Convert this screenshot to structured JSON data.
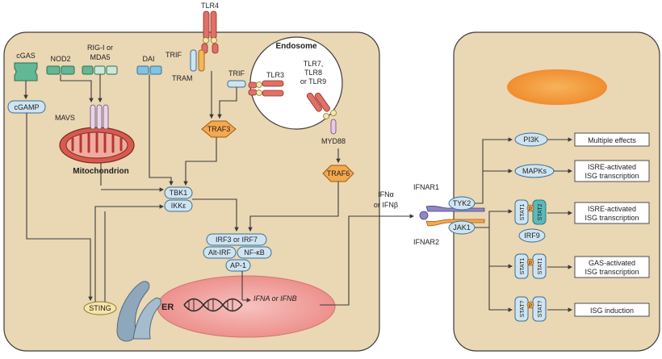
{
  "labels": {
    "tlr4": "TLR4",
    "endosome": "Endosome",
    "cgas": "cGAS",
    "nod2": "NOD2",
    "rigi_l1": "RIG-I or",
    "rigi_l2": "MDA5",
    "dai": "DAI",
    "trif_top": "TRIF",
    "tram": "TRAM",
    "trif_mid": "TRIF",
    "tlr3": "TLR3",
    "tlr7_l1": "TLR7,",
    "tlr7_l2": "TLR8",
    "tlr7_l3": "or TLR9",
    "cgamp": "cGAMP",
    "mavs": "MAVS",
    "traf3": "TRAF3",
    "myd88": "MYD88",
    "traf6": "TRAF6",
    "mitochondrion": "Mitochondrion",
    "tbk1": "TBK1",
    "ikke": "IKKε",
    "irf3": "IRF3 or IRF7",
    "altirf": "Alt-IRF",
    "nfkb": "NF-κB",
    "ap1": "AP-1",
    "ifna_gene": "IFNA or IFNB",
    "sting": "STING",
    "er": "ER",
    "ifn_l1": "IFNα",
    "ifn_l2": "or IFNβ",
    "ifnar1": "IFNAR1",
    "ifnar2": "IFNAR2",
    "tyk2": "TYK2",
    "jak1": "JAK1",
    "pi3k": "PI3K",
    "mapks": "MAPKs",
    "stat1": "STAT1",
    "stat2": "STAT2",
    "stat_q": "STAT?",
    "irf9": "IRF9",
    "p": "P",
    "out1": "Multiple effects",
    "out2_l1": "ISRE-activated",
    "out2_l2": "ISG transcription",
    "out3_l1": "ISRE-activated",
    "out3_l2": "ISG transcription",
    "out4_l1": "GAS-activated",
    "out4_l2": "ISG transcription",
    "out5": "ISG induction"
  },
  "colors": {
    "cell_fill": "#ead7b4",
    "cell_stroke": "#3c3c3c",
    "blue_fill": "#cfe4f1",
    "blue_stroke": "#3a6f96",
    "green_fill": "#62b894",
    "orange_fill": "#f5a84e",
    "red_fill": "#e07166",
    "pink_nucleus": "#f2a2a2",
    "teal": "#5ab9b9",
    "yellow": "#f7e4a8",
    "arrow": "#3b3b3b"
  }
}
